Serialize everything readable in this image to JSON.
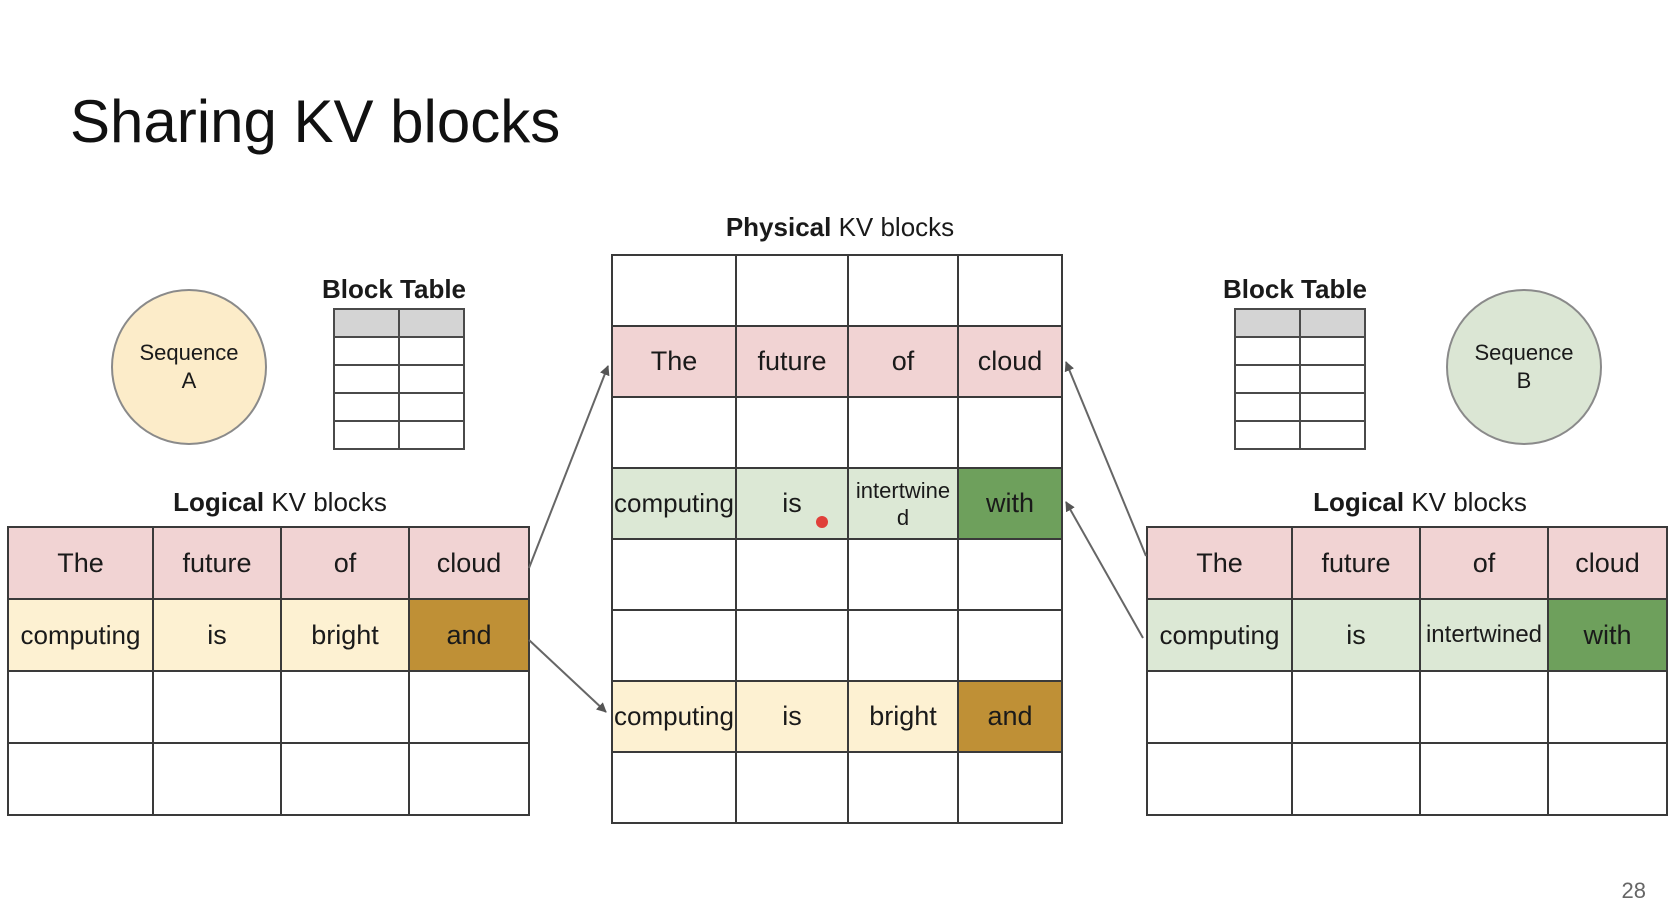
{
  "title": "Sharing KV blocks",
  "page_number": "28",
  "colors": {
    "pink": "#f1d3d3",
    "cream": "#fdf1d2",
    "gold": "#bf9036",
    "light_green": "#dce8d5",
    "green": "#6ea05c",
    "seq_a_fill": "#fcecc9",
    "seq_b_fill": "#dbe6d4",
    "cursor_dot": "#e0403a"
  },
  "physical": {
    "title_bold": "Physical",
    "title_rest": " KV blocks",
    "rows": [
      {
        "cells": [
          {
            "text": "",
            "color": ""
          },
          {
            "text": "",
            "color": ""
          },
          {
            "text": "",
            "color": ""
          },
          {
            "text": "",
            "color": ""
          }
        ]
      },
      {
        "cells": [
          {
            "text": "The",
            "color": "pink"
          },
          {
            "text": "future",
            "color": "pink"
          },
          {
            "text": "of",
            "color": "pink"
          },
          {
            "text": "cloud",
            "color": "pink"
          }
        ]
      },
      {
        "cells": [
          {
            "text": "",
            "color": ""
          },
          {
            "text": "",
            "color": ""
          },
          {
            "text": "",
            "color": ""
          },
          {
            "text": "",
            "color": ""
          }
        ]
      },
      {
        "cells": [
          {
            "text": "computing",
            "color": "light_green"
          },
          {
            "text": "is",
            "color": "light_green"
          },
          {
            "text": "intertwine\nd",
            "color": "light_green"
          },
          {
            "text": "with",
            "color": "green"
          }
        ]
      },
      {
        "cells": [
          {
            "text": "",
            "color": ""
          },
          {
            "text": "",
            "color": ""
          },
          {
            "text": "",
            "color": ""
          },
          {
            "text": "",
            "color": ""
          }
        ]
      },
      {
        "cells": [
          {
            "text": "",
            "color": ""
          },
          {
            "text": "",
            "color": ""
          },
          {
            "text": "",
            "color": ""
          },
          {
            "text": "",
            "color": ""
          }
        ]
      },
      {
        "cells": [
          {
            "text": "computing",
            "color": "cream"
          },
          {
            "text": "is",
            "color": "cream"
          },
          {
            "text": "bright",
            "color": "cream"
          },
          {
            "text": "and",
            "color": "gold"
          }
        ]
      },
      {
        "cells": [
          {
            "text": "",
            "color": ""
          },
          {
            "text": "",
            "color": ""
          },
          {
            "text": "",
            "color": ""
          },
          {
            "text": "",
            "color": ""
          }
        ]
      }
    ]
  },
  "left": {
    "sequence": "Sequence\nA",
    "block_table_title": "Block Table",
    "logical_title_bold": "Logical",
    "logical_title_rest": " KV blocks",
    "rows": [
      {
        "cells": [
          {
            "text": "The",
            "color": "pink"
          },
          {
            "text": "future",
            "color": "pink"
          },
          {
            "text": "of",
            "color": "pink"
          },
          {
            "text": "cloud",
            "color": "pink"
          }
        ]
      },
      {
        "cells": [
          {
            "text": "computing",
            "color": "cream"
          },
          {
            "text": "is",
            "color": "cream"
          },
          {
            "text": "bright",
            "color": "cream"
          },
          {
            "text": "and",
            "color": "gold"
          }
        ]
      },
      {
        "cells": [
          {
            "text": "",
            "color": ""
          },
          {
            "text": "",
            "color": ""
          },
          {
            "text": "",
            "color": ""
          },
          {
            "text": "",
            "color": ""
          }
        ]
      },
      {
        "cells": [
          {
            "text": "",
            "color": ""
          },
          {
            "text": "",
            "color": ""
          },
          {
            "text": "",
            "color": ""
          },
          {
            "text": "",
            "color": ""
          }
        ]
      }
    ]
  },
  "right": {
    "sequence": "Sequence\nB",
    "block_table_title": "Block Table",
    "logical_title_bold": "Logical",
    "logical_title_rest": " KV blocks",
    "rows": [
      {
        "cells": [
          {
            "text": "The",
            "color": "pink"
          },
          {
            "text": "future",
            "color": "pink"
          },
          {
            "text": "of",
            "color": "pink"
          },
          {
            "text": "cloud",
            "color": "pink"
          }
        ]
      },
      {
        "cells": [
          {
            "text": "computing",
            "color": "light_green"
          },
          {
            "text": "is",
            "color": "light_green"
          },
          {
            "text": "intertwined",
            "color": "light_green"
          },
          {
            "text": "with",
            "color": "green"
          }
        ]
      },
      {
        "cells": [
          {
            "text": "",
            "color": ""
          },
          {
            "text": "",
            "color": ""
          },
          {
            "text": "",
            "color": ""
          },
          {
            "text": "",
            "color": ""
          }
        ]
      },
      {
        "cells": [
          {
            "text": "",
            "color": ""
          },
          {
            "text": "",
            "color": ""
          },
          {
            "text": "",
            "color": ""
          },
          {
            "text": "",
            "color": ""
          }
        ]
      }
    ]
  }
}
